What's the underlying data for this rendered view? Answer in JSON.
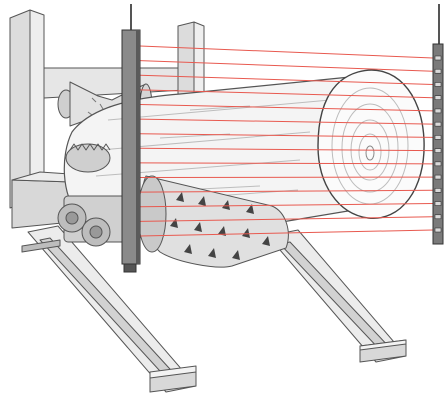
{
  "colors": {
    "background": "#ffffff",
    "steel_light": "#ececec",
    "steel_mid": "#d4d4d4",
    "steel_dark": "#9a9a9a",
    "outline": "#555555",
    "log_bark": "#f4f4f4",
    "log_end": "#fbfbfb",
    "ring": "#b8b8b8",
    "sensor_bar": "#7f7f7f",
    "sensor_dark": "#4a4a4a",
    "laser_beam": "#e8594f"
  },
  "components": [
    "steel-frame",
    "rail-i-beams",
    "log",
    "spiked-feed-roller",
    "v-roller",
    "drive-gearbox",
    "light-curtain-emitter",
    "light-curtain-receiver",
    "laser-beams"
  ],
  "beam_count": 14
}
